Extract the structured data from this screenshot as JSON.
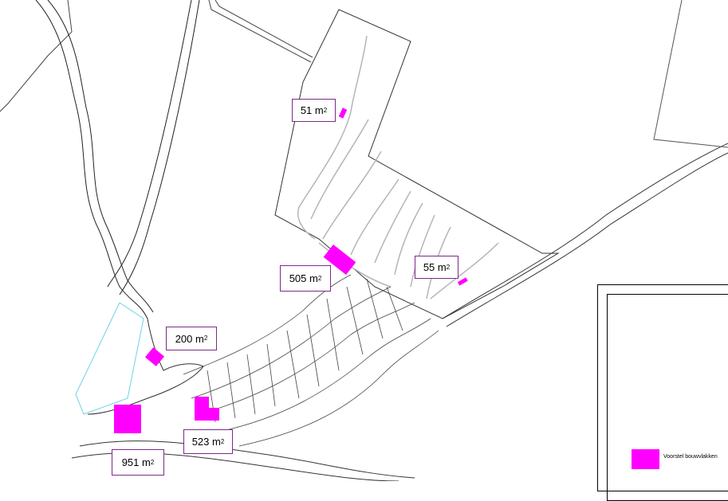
{
  "map": {
    "highlight_color": "#ff00ff",
    "label_border_color": "#7b2a88",
    "line_color": "#8a8a8a",
    "road_color": "#000000",
    "cyan_color": "#6cd3e6"
  },
  "labels": {
    "l51": {
      "value": "51 m",
      "sup": "2"
    },
    "l55": {
      "value": "55 m",
      "sup": "2"
    },
    "l505": {
      "value": "505 m",
      "sup": "2"
    },
    "l200": {
      "value": "200 m",
      "sup": "2"
    },
    "l523": {
      "value": "523 m",
      "sup": "2"
    },
    "l951": {
      "value": "951 m",
      "sup": "2"
    }
  },
  "legend": {
    "item_label": "Voorstel bouwvlakken",
    "item_color": "#ff00ff"
  }
}
